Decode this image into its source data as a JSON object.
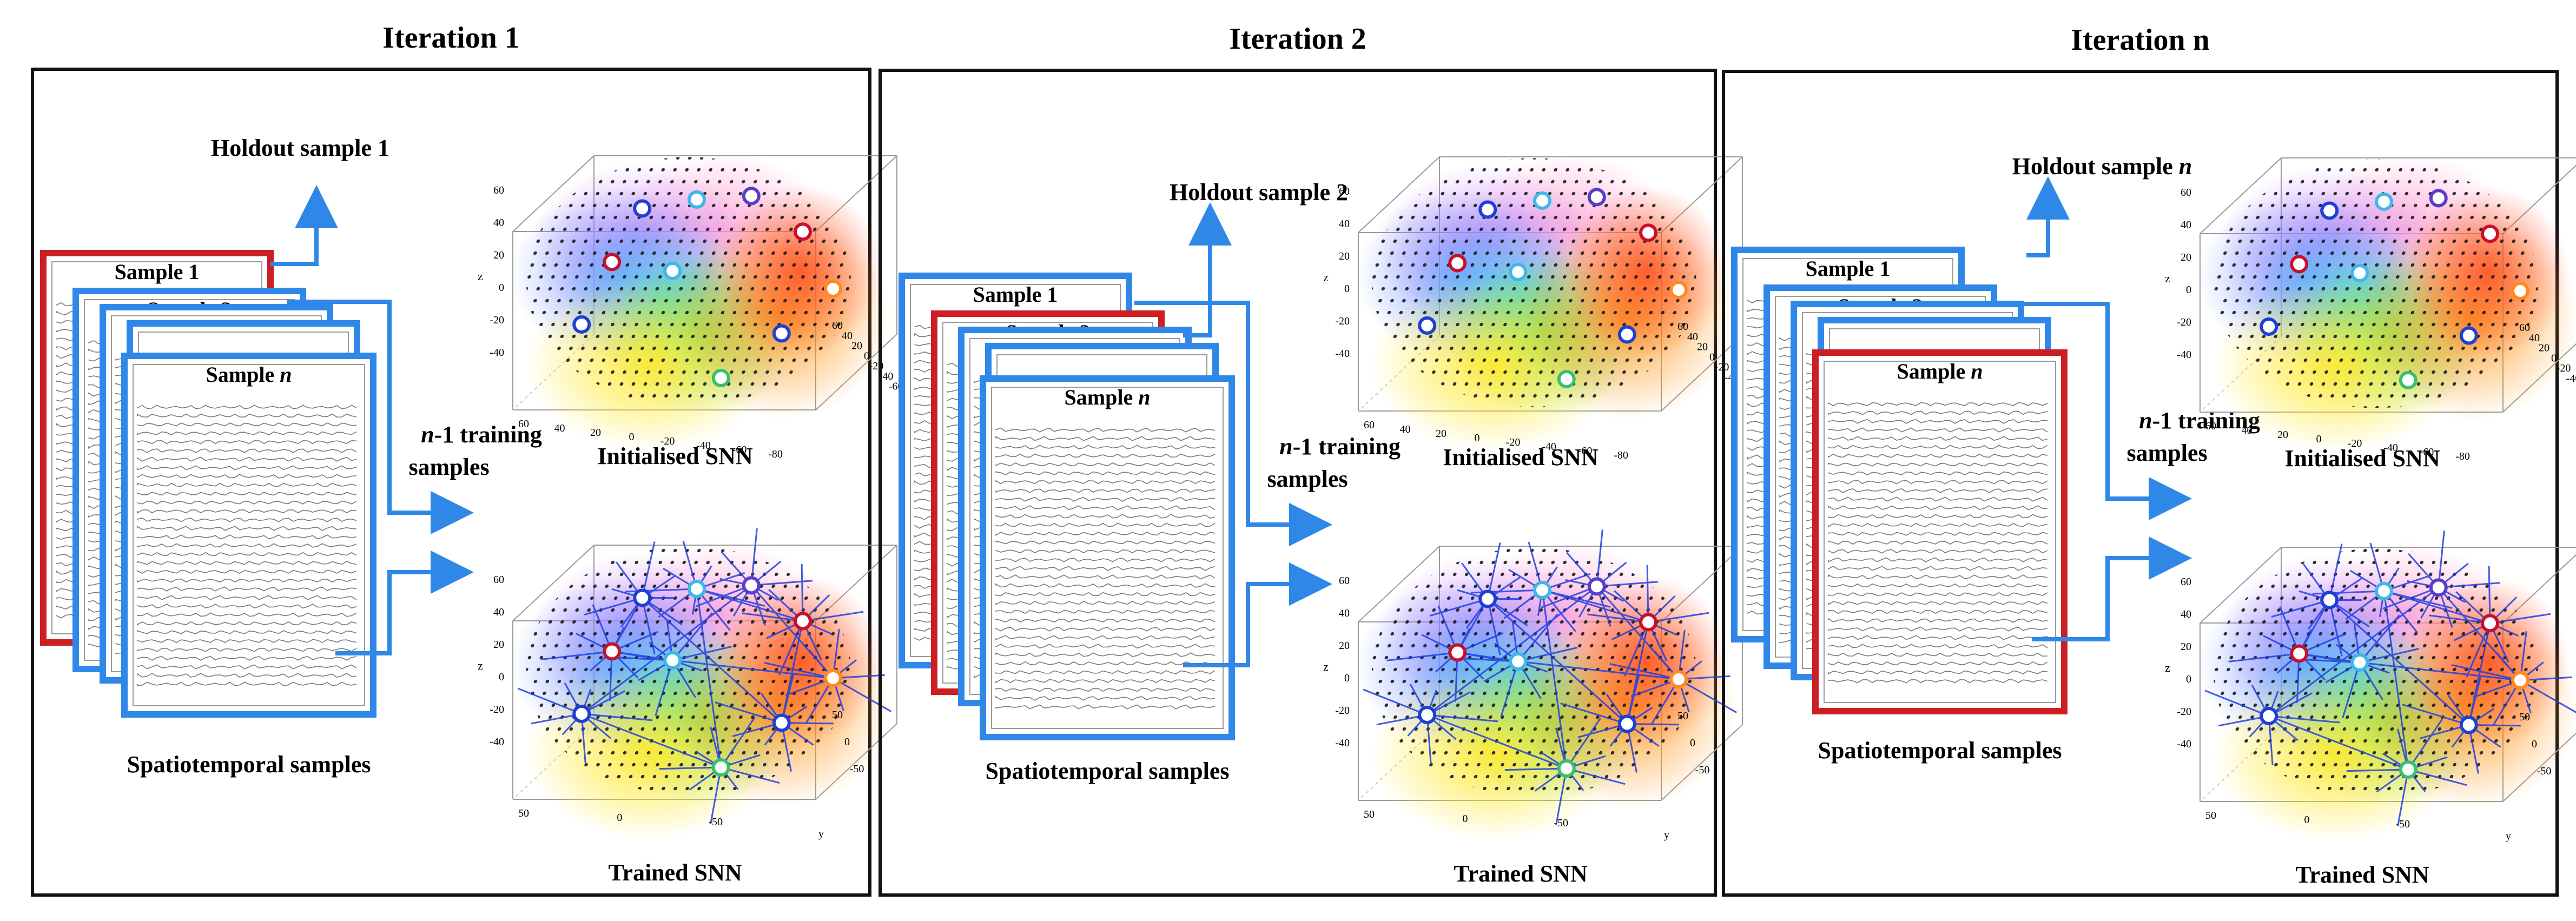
{
  "panels": [
    {
      "title": "Iteration 1",
      "holdout_label": "Holdout sample 1",
      "samples": [
        "Sample 1",
        "Sample 2",
        "Sample n"
      ],
      "holdout_index": 0,
      "training_label_line1": "n-1 training",
      "training_label_line2": "samples",
      "stack_caption": "Spatiotemporal samples",
      "initialised_caption": "Initialised SNN",
      "trained_caption": "Trained SNN"
    },
    {
      "title": "Iteration 2",
      "holdout_label": "Holdout sample 2",
      "samples": [
        "Sample 1",
        "Sample 2",
        "Sample n"
      ],
      "holdout_index": 1,
      "training_label_line1": "n-1 training",
      "training_label_line2": "samples",
      "stack_caption": "Spatiotemporal samples",
      "initialised_caption": "Initialised SNN",
      "trained_caption": "Trained SNN"
    },
    {
      "title": "Iteration n",
      "holdout_label": "Holdout sample n",
      "samples": [
        "Sample 1",
        "Sample 2",
        "Sample n"
      ],
      "holdout_index": 2,
      "training_label_line1": "n-1 training",
      "training_label_line2": "samples",
      "stack_caption": "Spatiotemporal samples",
      "initialised_caption": "Initialised SNN",
      "trained_caption": "Trained SNN"
    }
  ],
  "axes": {
    "initialised": {
      "z_ticks": [
        "60",
        "40",
        "20",
        "0",
        "-20",
        "-40"
      ],
      "z_label": "z",
      "x_ticks": [
        "60",
        "40",
        "20",
        "0",
        "-20",
        "-40",
        "-60",
        "-80"
      ],
      "y_ticks": [
        "60",
        "40",
        "20",
        "0",
        "-20",
        "-40",
        "-60",
        "-80"
      ]
    },
    "trained": {
      "z_ticks": [
        "60",
        "40",
        "20",
        "0",
        "-20",
        "-40"
      ],
      "z_label": "z",
      "x_ticks": [
        "50",
        "0",
        "-50"
      ],
      "y_ticks": [
        "50",
        "0",
        "-50"
      ],
      "y_label": "y"
    }
  },
  "colors": {
    "frame": "#111111",
    "training_blue": "#2f88e8",
    "holdout_red": "#cc1f24",
    "arrow": "#2f88e8",
    "text": "#000000"
  }
}
